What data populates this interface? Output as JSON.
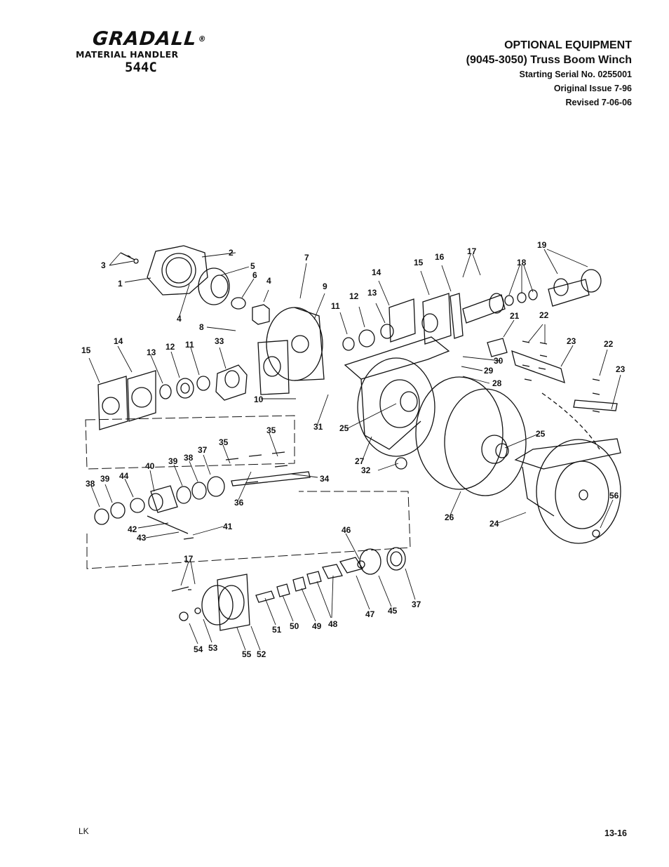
{
  "logo": {
    "brand": "GRADALL",
    "registered": "®",
    "subtitle": "MATERIAL HANDLER",
    "model": "544C"
  },
  "header": {
    "title": "OPTIONAL EQUIPMENT",
    "subtitle": "(9045-3050) Truss Boom Winch",
    "serial": "Starting Serial No. 0255001",
    "issue": "Original Issue 7-96",
    "revised": "Revised 7-06-06"
  },
  "callouts": [
    "1",
    "2",
    "3",
    "4",
    "5",
    "6",
    "4",
    "7",
    "8",
    "9",
    "10",
    "11",
    "12",
    "13",
    "14",
    "15",
    "16",
    "17",
    "18",
    "19",
    "21",
    "22",
    "23",
    "22",
    "23",
    "14",
    "13",
    "12",
    "11",
    "33",
    "15",
    "25",
    "27",
    "26",
    "31",
    "32",
    "25",
    "24",
    "28",
    "29",
    "30",
    "34",
    "35",
    "35",
    "36",
    "37",
    "38",
    "39",
    "40",
    "44",
    "38",
    "39",
    "42",
    "43",
    "41",
    "56",
    "17",
    "54",
    "53",
    "55",
    "52",
    "51",
    "50",
    "49",
    "48",
    "47",
    "45",
    "46",
    "37"
  ],
  "footer": {
    "left": "LK",
    "page": "13-16"
  }
}
